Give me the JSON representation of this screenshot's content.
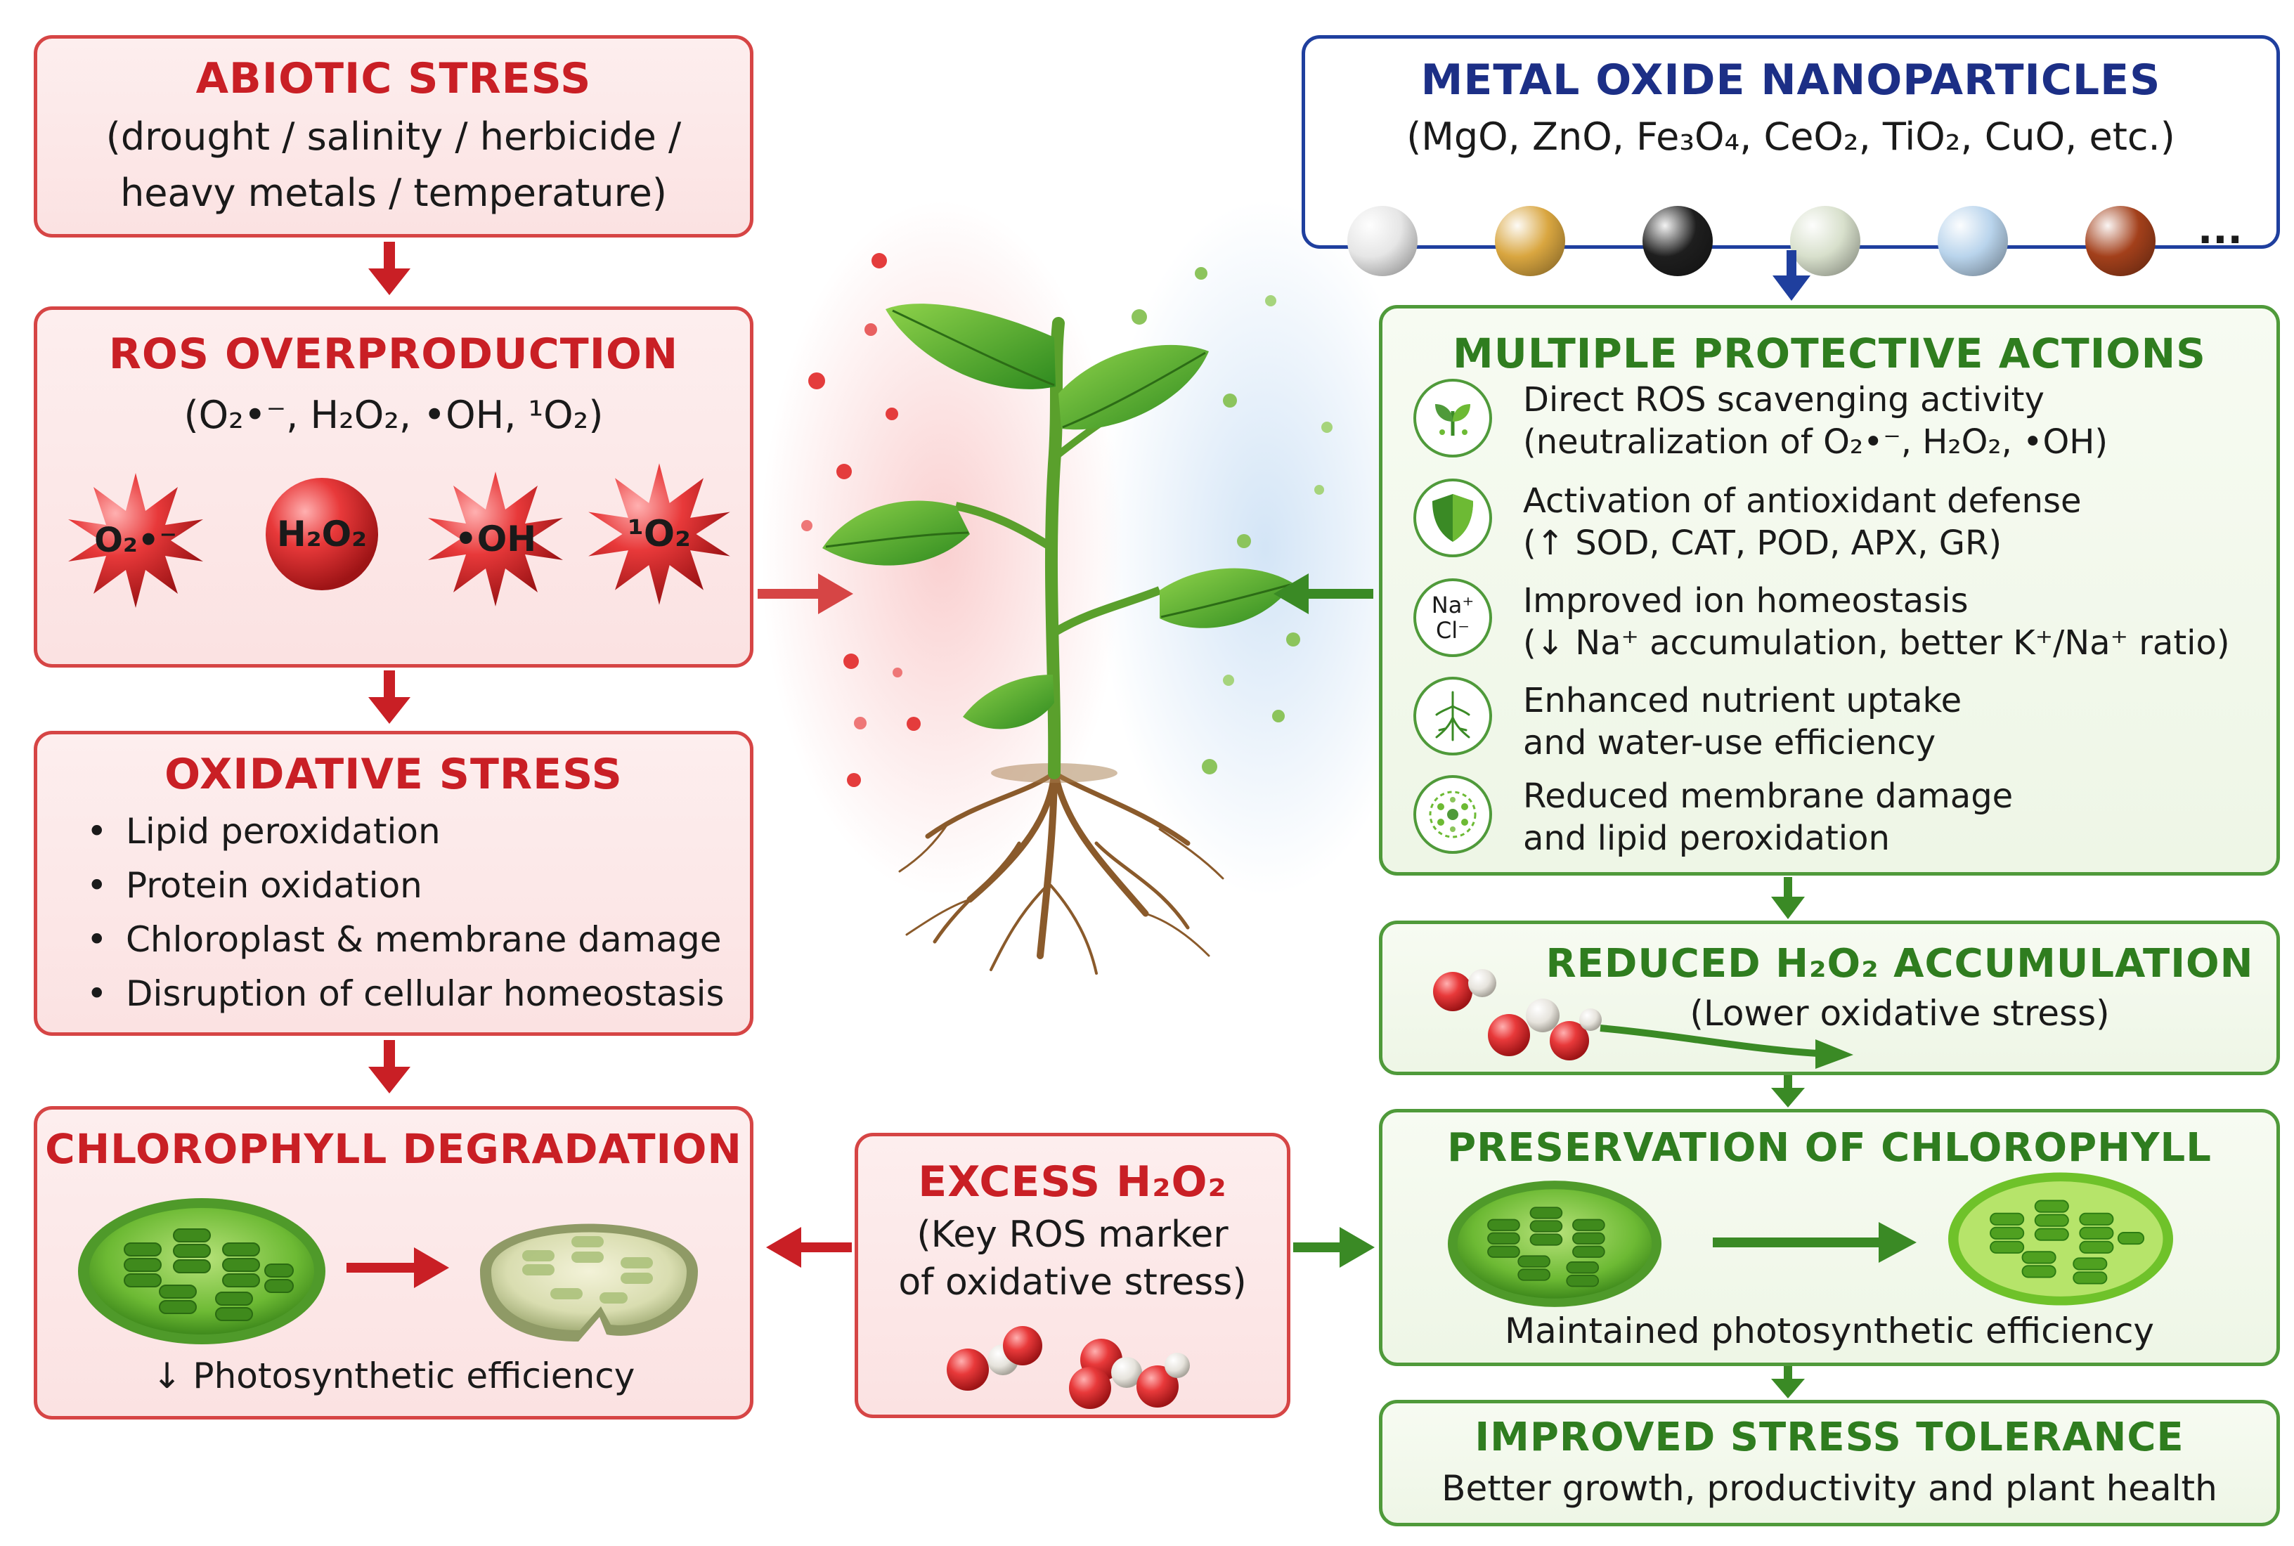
{
  "colors": {
    "stress_red": "#c91f25",
    "protect_green": "#2f7d1f",
    "np_blue": "#1c2f86"
  },
  "abiotic": {
    "title": "ABIOTIC STRESS",
    "line1": "(drought / salinity / herbicide /",
    "line2": "heavy metals / temperature)"
  },
  "ros": {
    "title": "ROS OVERPRODUCTION",
    "species_line": "(O₂•⁻, H₂O₂, •OH, ¹O₂)",
    "species": [
      "O₂•⁻",
      "H₂O₂",
      "•OH",
      "¹O₂"
    ]
  },
  "oxidative": {
    "title": "OXIDATIVE STRESS",
    "items": [
      "Lipid peroxidation",
      "Protein oxidation",
      "Chloroplast & membrane damage",
      "Disruption of cellular homeostasis"
    ]
  },
  "chl_deg": {
    "title": "CHLOROPHYLL DEGRADATION",
    "caption": "↓ Photosynthetic efficiency"
  },
  "excess": {
    "title": "EXCESS H₂O₂",
    "line1": "(Key ROS marker",
    "line2": "of oxidative stress)"
  },
  "nano": {
    "title": "METAL OXIDE NANOPARTICLES",
    "list": "(MgO, ZnO, Fe₃O₄, CeO₂, TiO₂, CuO, etc.)",
    "sphere_colors": [
      "#e6e6e6",
      "#d9a640",
      "#1e1e1e",
      "#d8e0cc",
      "#b9d4ec",
      "#a3401b"
    ],
    "more": "..."
  },
  "protect": {
    "title": "MULTIPLE PROTECTIVE ACTIONS",
    "actions": [
      {
        "icon": "leaf-scavenging-icon",
        "line1": "Direct ROS scavenging activity",
        "line2": "(neutralization of O₂•⁻, H₂O₂, •OH)"
      },
      {
        "icon": "shield-icon",
        "line1": "Activation of antioxidant defense",
        "line2": "(↑ SOD, CAT, POD, APX, GR)"
      },
      {
        "icon": "na-cl-ion-icon",
        "line1": "Improved ion homeostasis",
        "line2": "(↓ Na⁺ accumulation, better K⁺/Na⁺ ratio)"
      },
      {
        "icon": "root-icon",
        "line1": "Enhanced nutrient uptake",
        "line2": "and water-use efficiency"
      },
      {
        "icon": "membrane-icon",
        "line1": "Reduced membrane damage",
        "line2": "and lipid peroxidation"
      }
    ],
    "ion_icon_na": "Na⁺",
    "ion_icon_cl": "Cl⁻"
  },
  "reduced": {
    "title": "REDUCED H₂O₂ ACCUMULATION",
    "sub": "(Lower oxidative stress)"
  },
  "preserve": {
    "title": "PRESERVATION OF CHLOROPHYLL",
    "caption": "Maintained photosynthetic efficiency"
  },
  "improved": {
    "title": "IMPROVED STRESS TOLERANCE",
    "sub": "Better growth, productivity and plant health"
  }
}
